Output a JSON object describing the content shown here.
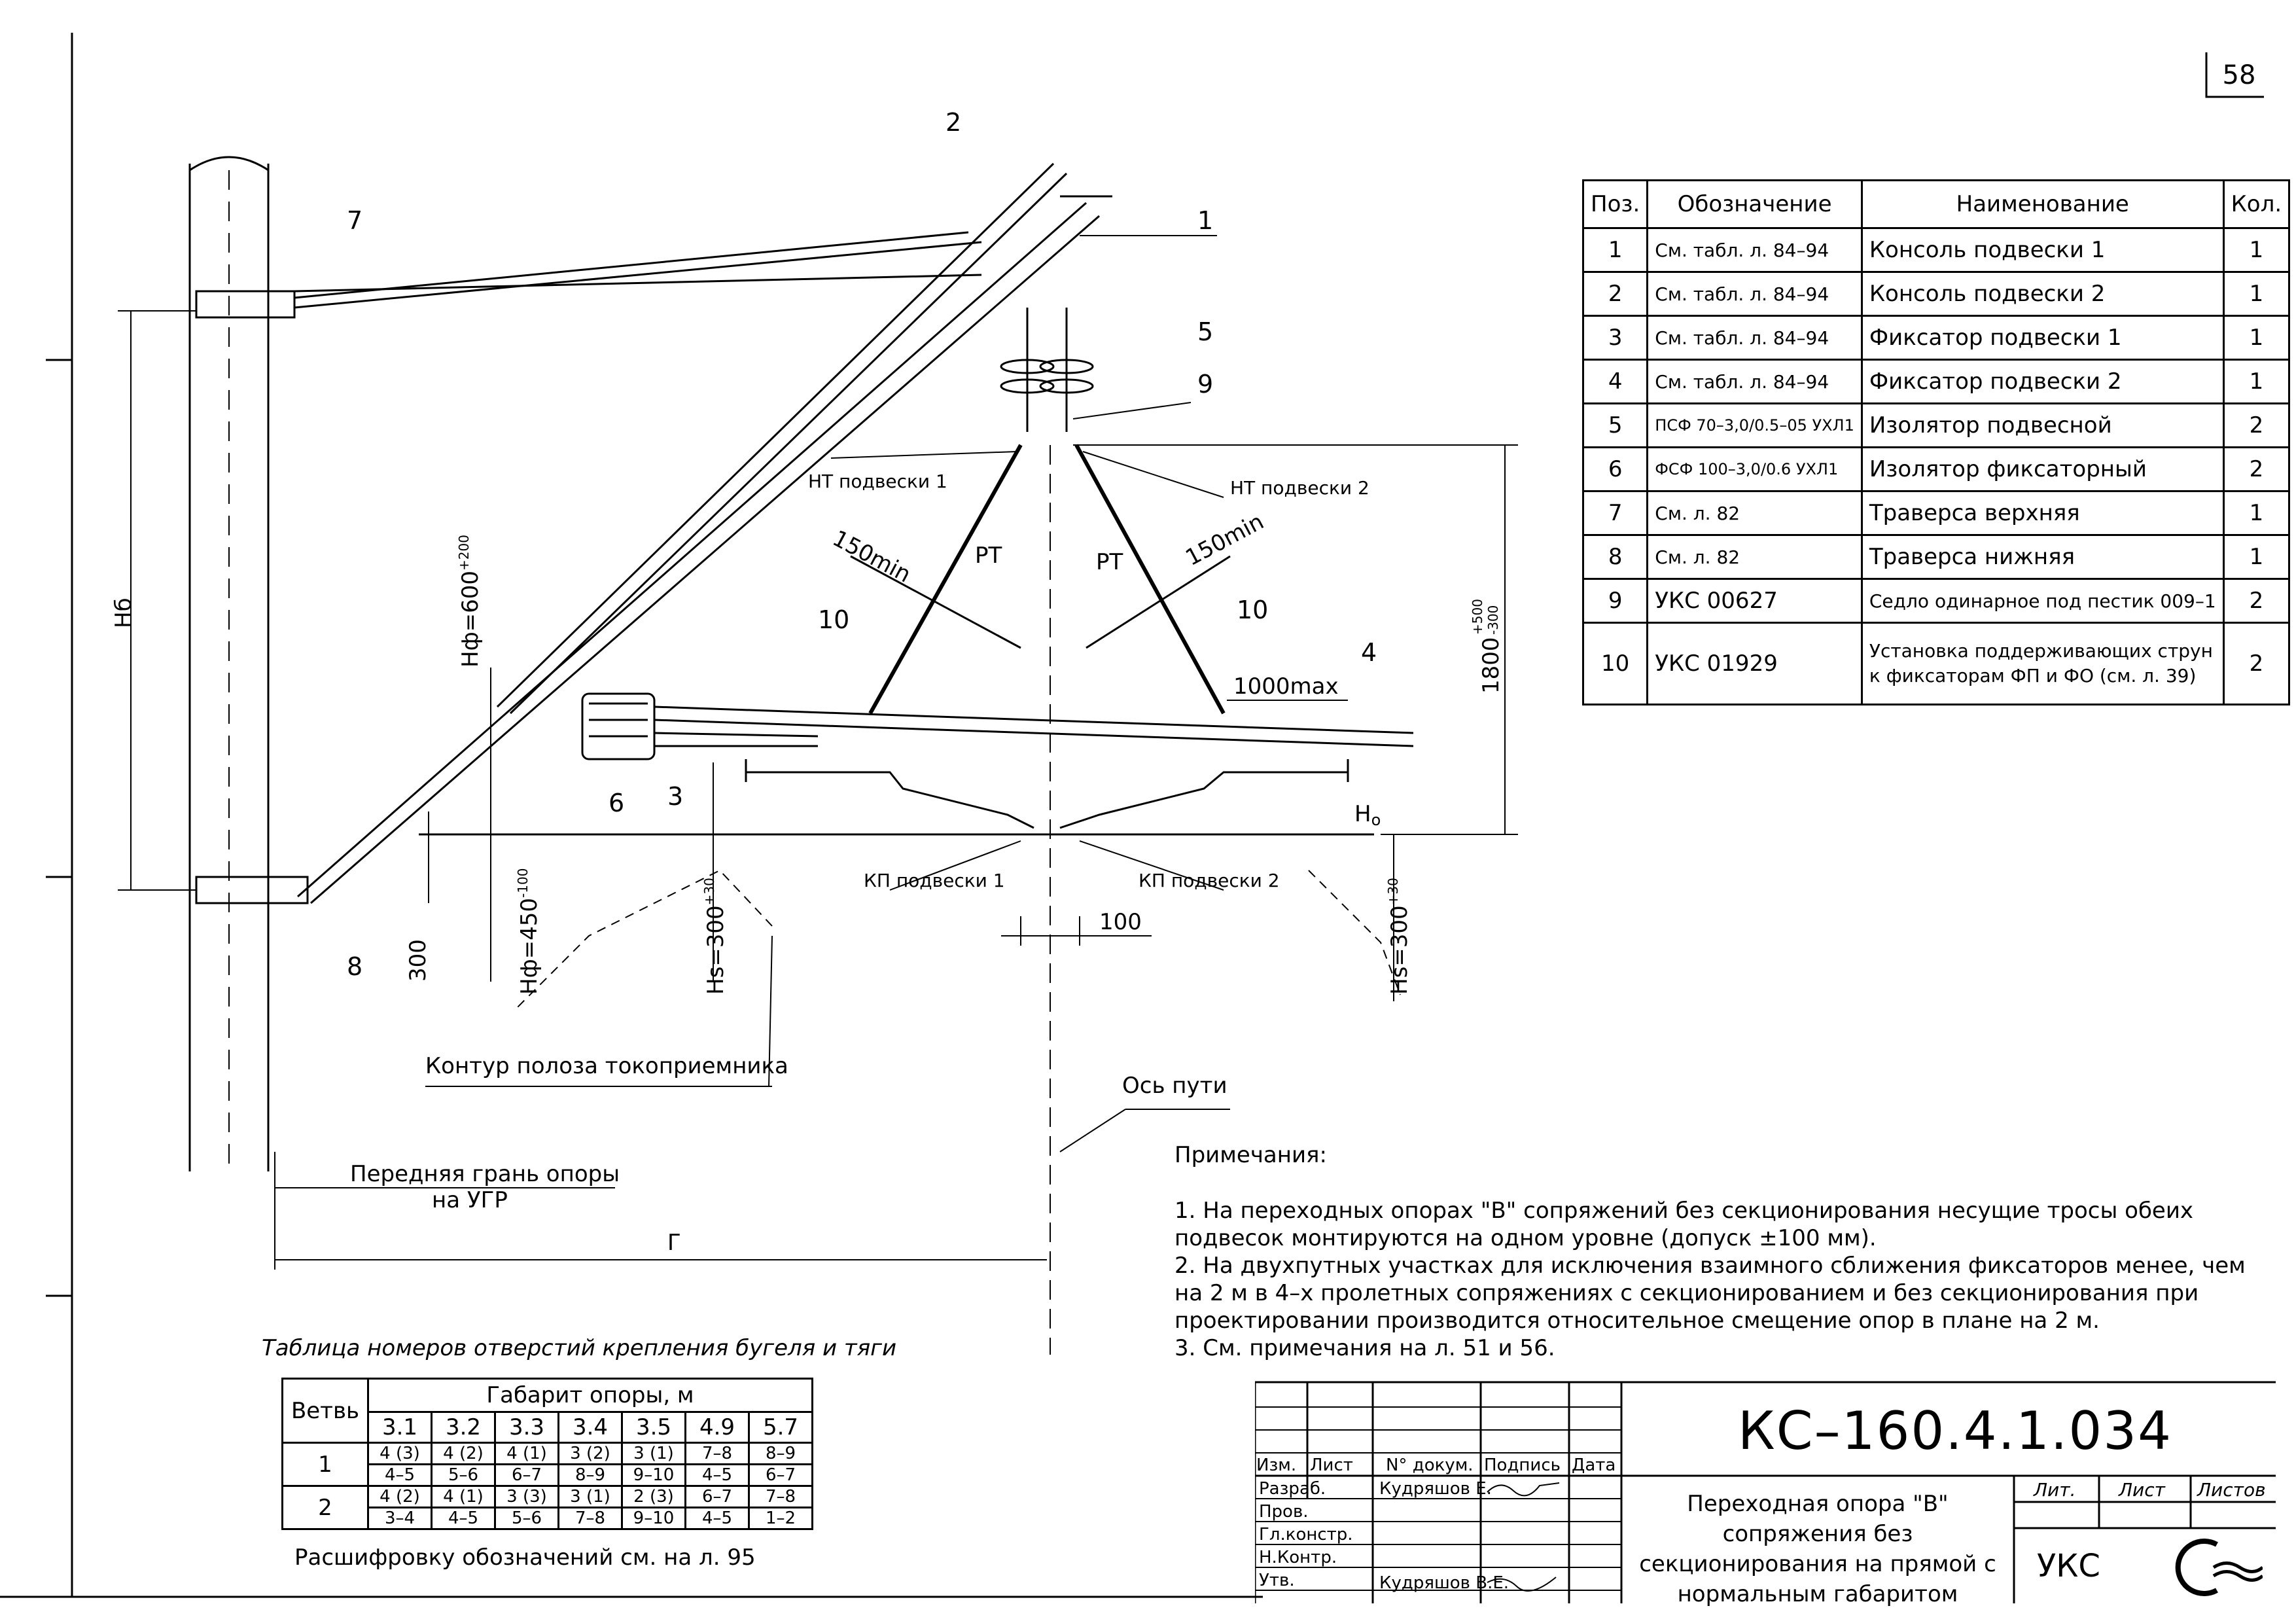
{
  "sheet_number": "58",
  "drawing_code": "КС–160.4.1.034",
  "drawing_title": "Переходная опора \"В\" сопряжения без секционирования на прямой с нормальным габаритом",
  "organization": "УКС",
  "callouts": [
    "1",
    "2",
    "3",
    "4",
    "5",
    "6",
    "7",
    "8",
    "9",
    "10",
    "10"
  ],
  "labels": {
    "nt1": "НТ подвески 1",
    "nt2": "НТ подвески 2",
    "kp1": "КП подвески 1",
    "kp2": "КП подвески 2",
    "pt": "РТ",
    "min150": "150min",
    "max1000": "1000max",
    "hb": "Нб",
    "hf600": "Нф=600",
    "hf600_sup": "+200",
    "hf450": "Нф=450",
    "hf450_sup": "-100",
    "hs300": "Hs=300",
    "hs300_sup": "+30",
    "dim1800": "1800",
    "dim1800_sup": "+500",
    "dim1800_sub": "-300",
    "h0": "Н",
    "h0_sub": "о",
    "dim300": "300",
    "dim100": "100",
    "contour": "Контур полоза токоприемника",
    "axis": "Ось пути",
    "front_face_1": "Передняя грань опоры",
    "front_face_2": "на УГР",
    "gauge": "Г"
  },
  "spec_table": {
    "headers": [
      "Поз.",
      "Обозначение",
      "Наименование",
      "Кол."
    ],
    "rows": [
      [
        "1",
        "См. табл. л. 84–94",
        "Консоль подвески 1",
        "1"
      ],
      [
        "2",
        "См. табл. л. 84–94",
        "Консоль подвески 2",
        "1"
      ],
      [
        "3",
        "См. табл. л. 84–94",
        "Фиксатор подвески 1",
        "1"
      ],
      [
        "4",
        "См. табл. л. 84–94",
        "Фиксатор подвески 2",
        "1"
      ],
      [
        "5",
        "ПСФ 70–3,0/0.5–05 УХЛ1",
        "Изолятор подвесной",
        "2"
      ],
      [
        "6",
        "ФСФ 100–3,0/0.6 УХЛ1",
        "Изолятор фиксаторный",
        "2"
      ],
      [
        "7",
        "См. л. 82",
        "Траверса верхняя",
        "1"
      ],
      [
        "8",
        "См. л. 82",
        "Траверса нижняя",
        "1"
      ],
      [
        "9",
        "УКС 00627",
        "Седло одинарное под пестик 009–1",
        "2"
      ],
      [
        "10",
        "УКС 01929",
        "Установка поддерживающих струн к фиксаторам ФП и ФО (см. л. 39)",
        "2"
      ]
    ]
  },
  "holes_table": {
    "caption": "Таблица номеров отверстий крепления бугеля и тяги",
    "branch_header": "Ветвь",
    "group_header": "Габарит опоры, м",
    "gauges": [
      "3.1",
      "3.2",
      "3.3",
      "3.4",
      "3.5",
      "4.9",
      "5.7"
    ],
    "rows": [
      {
        "branch": "1",
        "top": [
          "4 (3)",
          "4 (2)",
          "4 (1)",
          "3 (2)",
          "3 (1)",
          "7–8",
          "8–9"
        ],
        "bottom": [
          "4–5",
          "5–6",
          "6–7",
          "8–9",
          "9–10",
          "4–5",
          "6–7"
        ]
      },
      {
        "branch": "2",
        "top": [
          "4 (2)",
          "4 (1)",
          "3 (3)",
          "3 (1)",
          "2 (3)",
          "6–7",
          "7–8"
        ],
        "bottom": [
          "3–4",
          "4–5",
          "5–6",
          "7–8",
          "9–10",
          "4–5",
          "1–2"
        ]
      }
    ],
    "footnote": "Расшифровку обозначений см. на л. 95"
  },
  "notes": {
    "heading": "Примечания:",
    "lines": [
      "1. На переходных опорах \"В\" сопряжений без секционирования несущие тросы обеих",
      "подвесок монтируются на одном уровне (допуск ±100 мм).",
      "2. На двухпутных участках для исключения взаимного сближения фиксаторов менее, чем",
      "на 2 м в 4–х пролетных сопряжениях с секционированием и без секционирования при",
      "проектировании производится относительное смещение опор в плане на 2 м.",
      "3. См. примечания на л. 51 и 56."
    ]
  },
  "title_block": {
    "header": [
      "Изм.",
      "Лист",
      "N° докум.",
      "Подпись",
      "Дата"
    ],
    "roles": [
      "Разраб.",
      "Пров.",
      "Гл.констр.",
      "Н.Контр.",
      "Утв."
    ],
    "developer": "Кудряшов Е.",
    "approver": "Кудряшов В.Е.",
    "lit": "Лит.",
    "sheet": "Лист",
    "sheets": "Листов"
  }
}
